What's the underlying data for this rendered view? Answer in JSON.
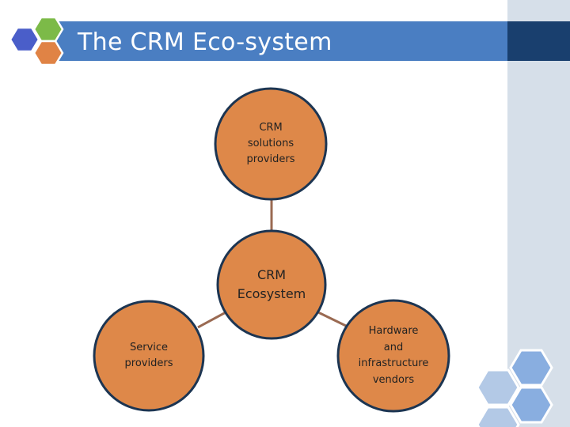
{
  "slide": {
    "title": "The CRM Eco-system"
  },
  "diagram": {
    "center": {
      "label_lines": [
        "CRM",
        "Ecosystem"
      ]
    },
    "top": {
      "label_lines": [
        "CRM",
        "solutions",
        "providers"
      ]
    },
    "left": {
      "label_lines": [
        "Service",
        "providers"
      ]
    },
    "right": {
      "label_lines": [
        "Hardware",
        "and",
        "infrastructure",
        "vendors"
      ]
    }
  },
  "colors": {
    "node_fill": "#de8849",
    "node_border": "#1c3552",
    "connector": "#9a6a52",
    "title_bar": "#4a7ec2",
    "title_bar_dark": "#193f6e",
    "side_panel": "#d6dfe9",
    "hex_light": "#b3c9e6",
    "hex_mid": "#89aee0",
    "hex_green": "#7cba48",
    "hex_orange": "#e08345",
    "hex_blue": "#4a5ec9"
  },
  "icons": {
    "logo": "hexagon-cluster-logo",
    "decor": "hexagon-cluster-decor"
  }
}
